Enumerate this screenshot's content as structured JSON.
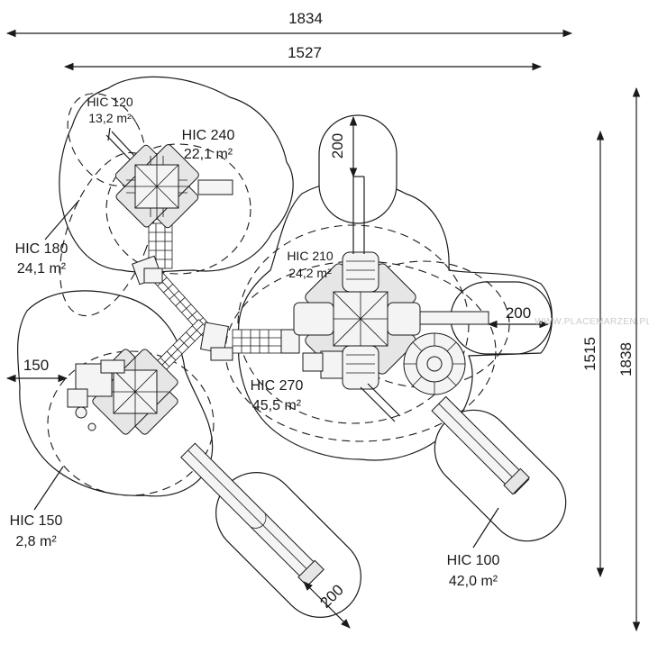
{
  "dimensions": {
    "total_width": "1834",
    "inner_width": "1527",
    "total_height": "1838",
    "inner_height": "1515",
    "clearance_top": "200",
    "clearance_right": "200",
    "clearance_left": "150",
    "clearance_slide": "200"
  },
  "zones": [
    {
      "hic": "HIC 120",
      "area": "13,2 m²"
    },
    {
      "hic": "HIC 240",
      "area": "22,1 m²"
    },
    {
      "hic": "HIC 180",
      "area": "24,1 m²"
    },
    {
      "hic": "HIC 210",
      "area": "24,2 m²"
    },
    {
      "hic": "HIC 270",
      "area": "45,5 m²"
    },
    {
      "hic": "HIC 150",
      "area": "2,8 m²"
    },
    {
      "hic": "HIC 100",
      "area": "42,0 m²"
    }
  ],
  "watermark": "WWW.PLACEMARZEN.PL",
  "colors": {
    "line": "#1a1a1a",
    "fill": "#f4f4f4",
    "roof": "#e6e6e6"
  }
}
